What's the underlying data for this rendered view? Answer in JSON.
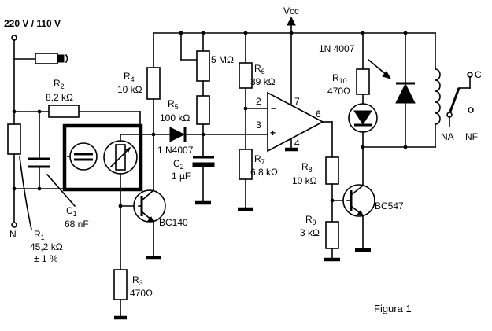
{
  "supply_label": "220 V / 110 V",
  "neutral_label": "N",
  "vcc_label": "Vcc",
  "figure_caption": "Figura 1",
  "components": {
    "r1": {
      "ref": "R",
      "sub": "1",
      "value": "45,2 kΩ",
      "tolerance": "± 1 %"
    },
    "r2": {
      "ref": "R",
      "sub": "2",
      "value": "8,2 kΩ"
    },
    "r3": {
      "ref": "R",
      "sub": "3",
      "value": "470Ω"
    },
    "r4": {
      "ref": "R",
      "sub": "4",
      "value": "10 kΩ"
    },
    "r5": {
      "ref": "R",
      "sub": "5",
      "value": "100 kΩ"
    },
    "pot": {
      "value": "5 MΩ"
    },
    "r6": {
      "ref": "R",
      "sub": "6",
      "value": "39 kΩ"
    },
    "r7": {
      "ref": "R",
      "sub": "7",
      "value": "6,8 kΩ"
    },
    "r8": {
      "ref": "R",
      "sub": "8",
      "value": "10 kΩ"
    },
    "r9": {
      "ref": "R",
      "sub": "9",
      "value": "3 kΩ"
    },
    "r10": {
      "ref": "R",
      "sub": "10",
      "value": "470Ω"
    },
    "c1": {
      "ref": "C",
      "sub": "1",
      "value": "68 nF"
    },
    "c2": {
      "ref": "C",
      "sub": "2",
      "value": "1 µF"
    },
    "d1": {
      "part": "1 N4007"
    },
    "d2": {
      "part": "1N 4007"
    },
    "q1": {
      "part": "BC140"
    },
    "q2": {
      "part": "BC547"
    }
  },
  "opamp_pins": {
    "inv": "2",
    "noninv": "3",
    "gnd": "4",
    "out": "6",
    "vcc": "7",
    "minus": "−",
    "plus": "+"
  },
  "relay": {
    "common": "C",
    "na": "NA",
    "nf": "NF"
  }
}
